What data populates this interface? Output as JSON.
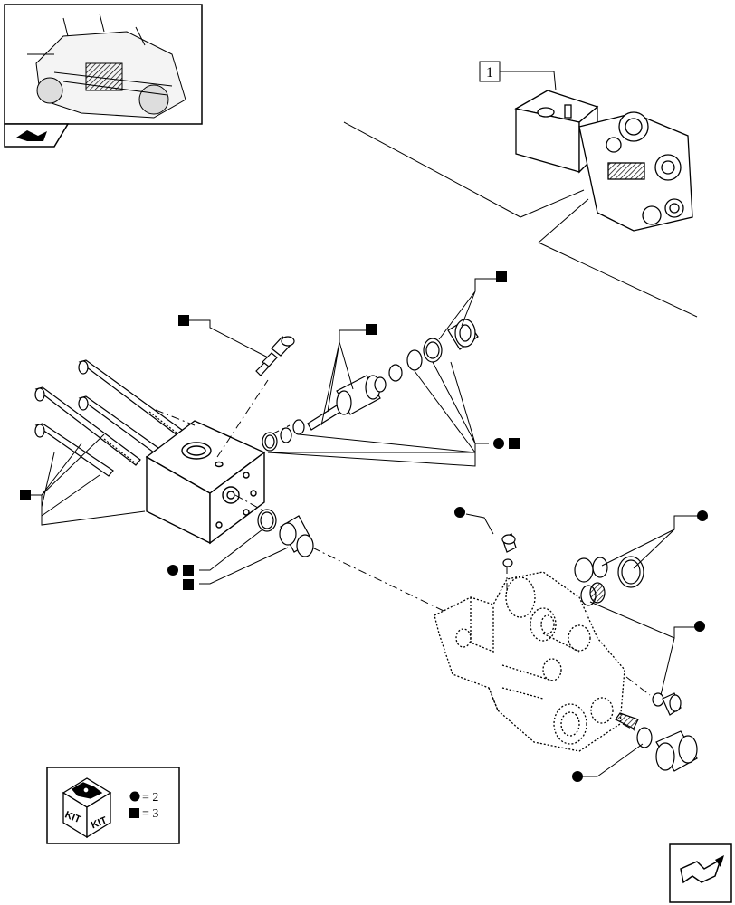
{
  "callout_ref": "1",
  "kit_legend": {
    "kit_word_left": "KIT",
    "kit_word_right": "KIT",
    "circle_equals": "= 2",
    "square_equals": "= 3"
  },
  "marker_meaning": {
    "circle": "2",
    "square": "3"
  },
  "icons": {
    "thumbnail": "tractor-transmission-thumbnail",
    "prev_nav": "previous-page-arrow-icon",
    "next_nav": "next-page-arrow-icon",
    "kit": "kit-box-icon"
  },
  "colors": {
    "line": "#000000",
    "background": "#ffffff"
  }
}
